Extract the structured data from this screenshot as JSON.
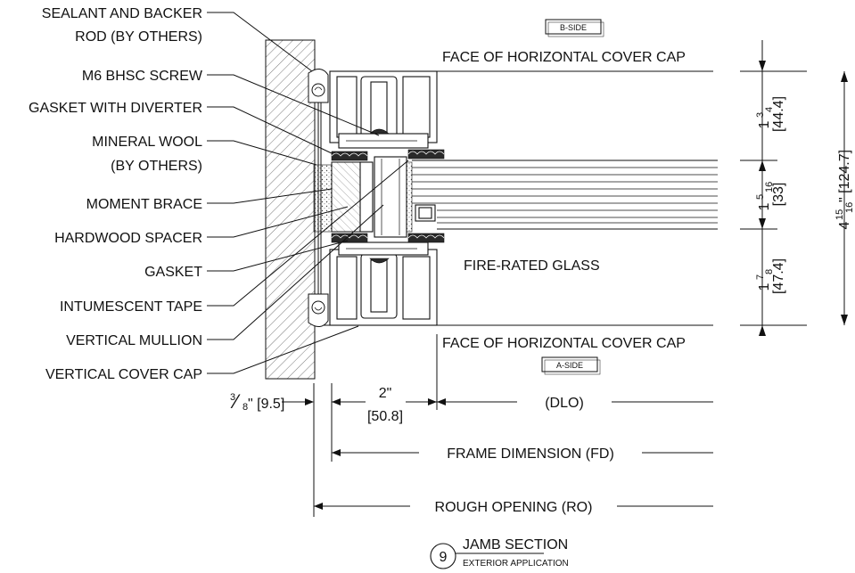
{
  "callouts": {
    "sealant_line1": "SEALANT AND BACKER",
    "sealant_line2": "ROD (BY OTHERS)",
    "screw": "M6 BHSC SCREW",
    "gasket_diverter": "GASKET WITH DIVERTER",
    "mineral_line1": "MINERAL WOOL",
    "mineral_line2": "(BY OTHERS)",
    "moment_brace": "MOMENT BRACE",
    "hardwood_spacer": "HARDWOOD SPACER",
    "gasket": "GASKET",
    "intumescent_tape": "INTUMESCENT TAPE",
    "vertical_mullion": "VERTICAL MULLION",
    "vertical_cover_cap": "VERTICAL COVER CAP"
  },
  "labels": {
    "b_side": "B-SIDE",
    "a_side": "A-SIDE",
    "face_top": "FACE OF HORIZONTAL COVER CAP",
    "face_bottom": "FACE OF HORIZONTAL COVER CAP",
    "fire_glass": "FIRE-RATED GLASS"
  },
  "dimensions": {
    "d_top_frac_whole": "1",
    "d_top_frac_num": "3",
    "d_top_frac_den": "4",
    "d_top_mm": "[44.4]",
    "d_mid_frac_whole": "1",
    "d_mid_frac_num": "5",
    "d_mid_frac_den": "16",
    "d_mid_mm": "[33]",
    "d_bot_frac_whole": "1",
    "d_bot_frac_num": "7",
    "d_bot_frac_den": "8",
    "d_bot_mm": "[47.4]",
    "d_total_whole": "4",
    "d_total_num": "15",
    "d_total_den": "16",
    "d_total_mm": "\" [124.7]",
    "d_gap_num": "3",
    "d_gap_den": "8",
    "d_gap_mm": "\" [9.5]",
    "d_frame_in": "2\"",
    "d_frame_mm": "[50.8]",
    "dlo": "(DLO)",
    "frame_dim": "FRAME DIMENSION (FD)",
    "rough_opening": "ROUGH OPENING (RO)"
  },
  "title_block": {
    "number": "9",
    "title": "JAMB SECTION",
    "subtitle": "EXTERIOR APPLICATION"
  }
}
